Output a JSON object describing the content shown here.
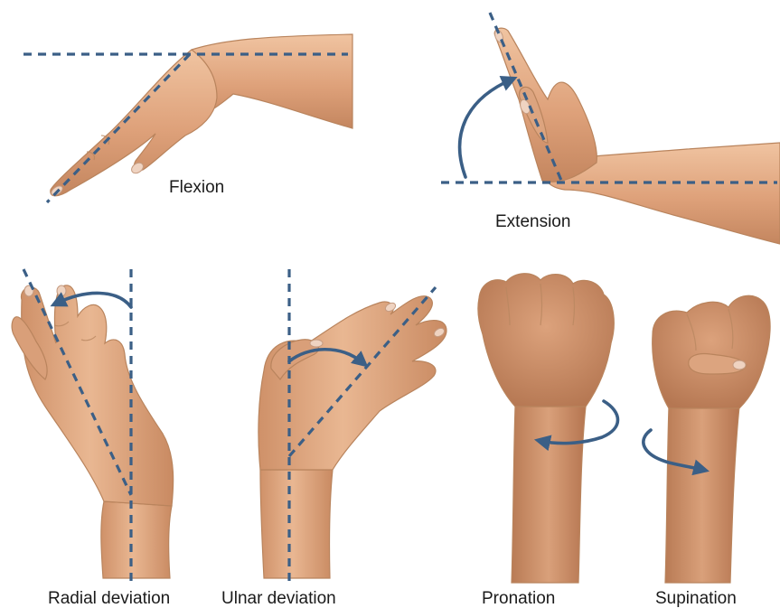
{
  "labels": {
    "flexion": "Flexion",
    "extension": "Extension",
    "radial_deviation": "Radial deviation",
    "ulnar_deviation": "Ulnar deviation",
    "pronation": "Pronation",
    "supination": "Supination"
  },
  "colors": {
    "guide_line": "#3b5f86",
    "arrow": "#3b5f86",
    "skin_light": "#e8b591",
    "skin_mid": "#d89d76",
    "skin_dark": "#b87a55",
    "label_text": "#1b1b1b",
    "background": "#ffffff"
  }
}
